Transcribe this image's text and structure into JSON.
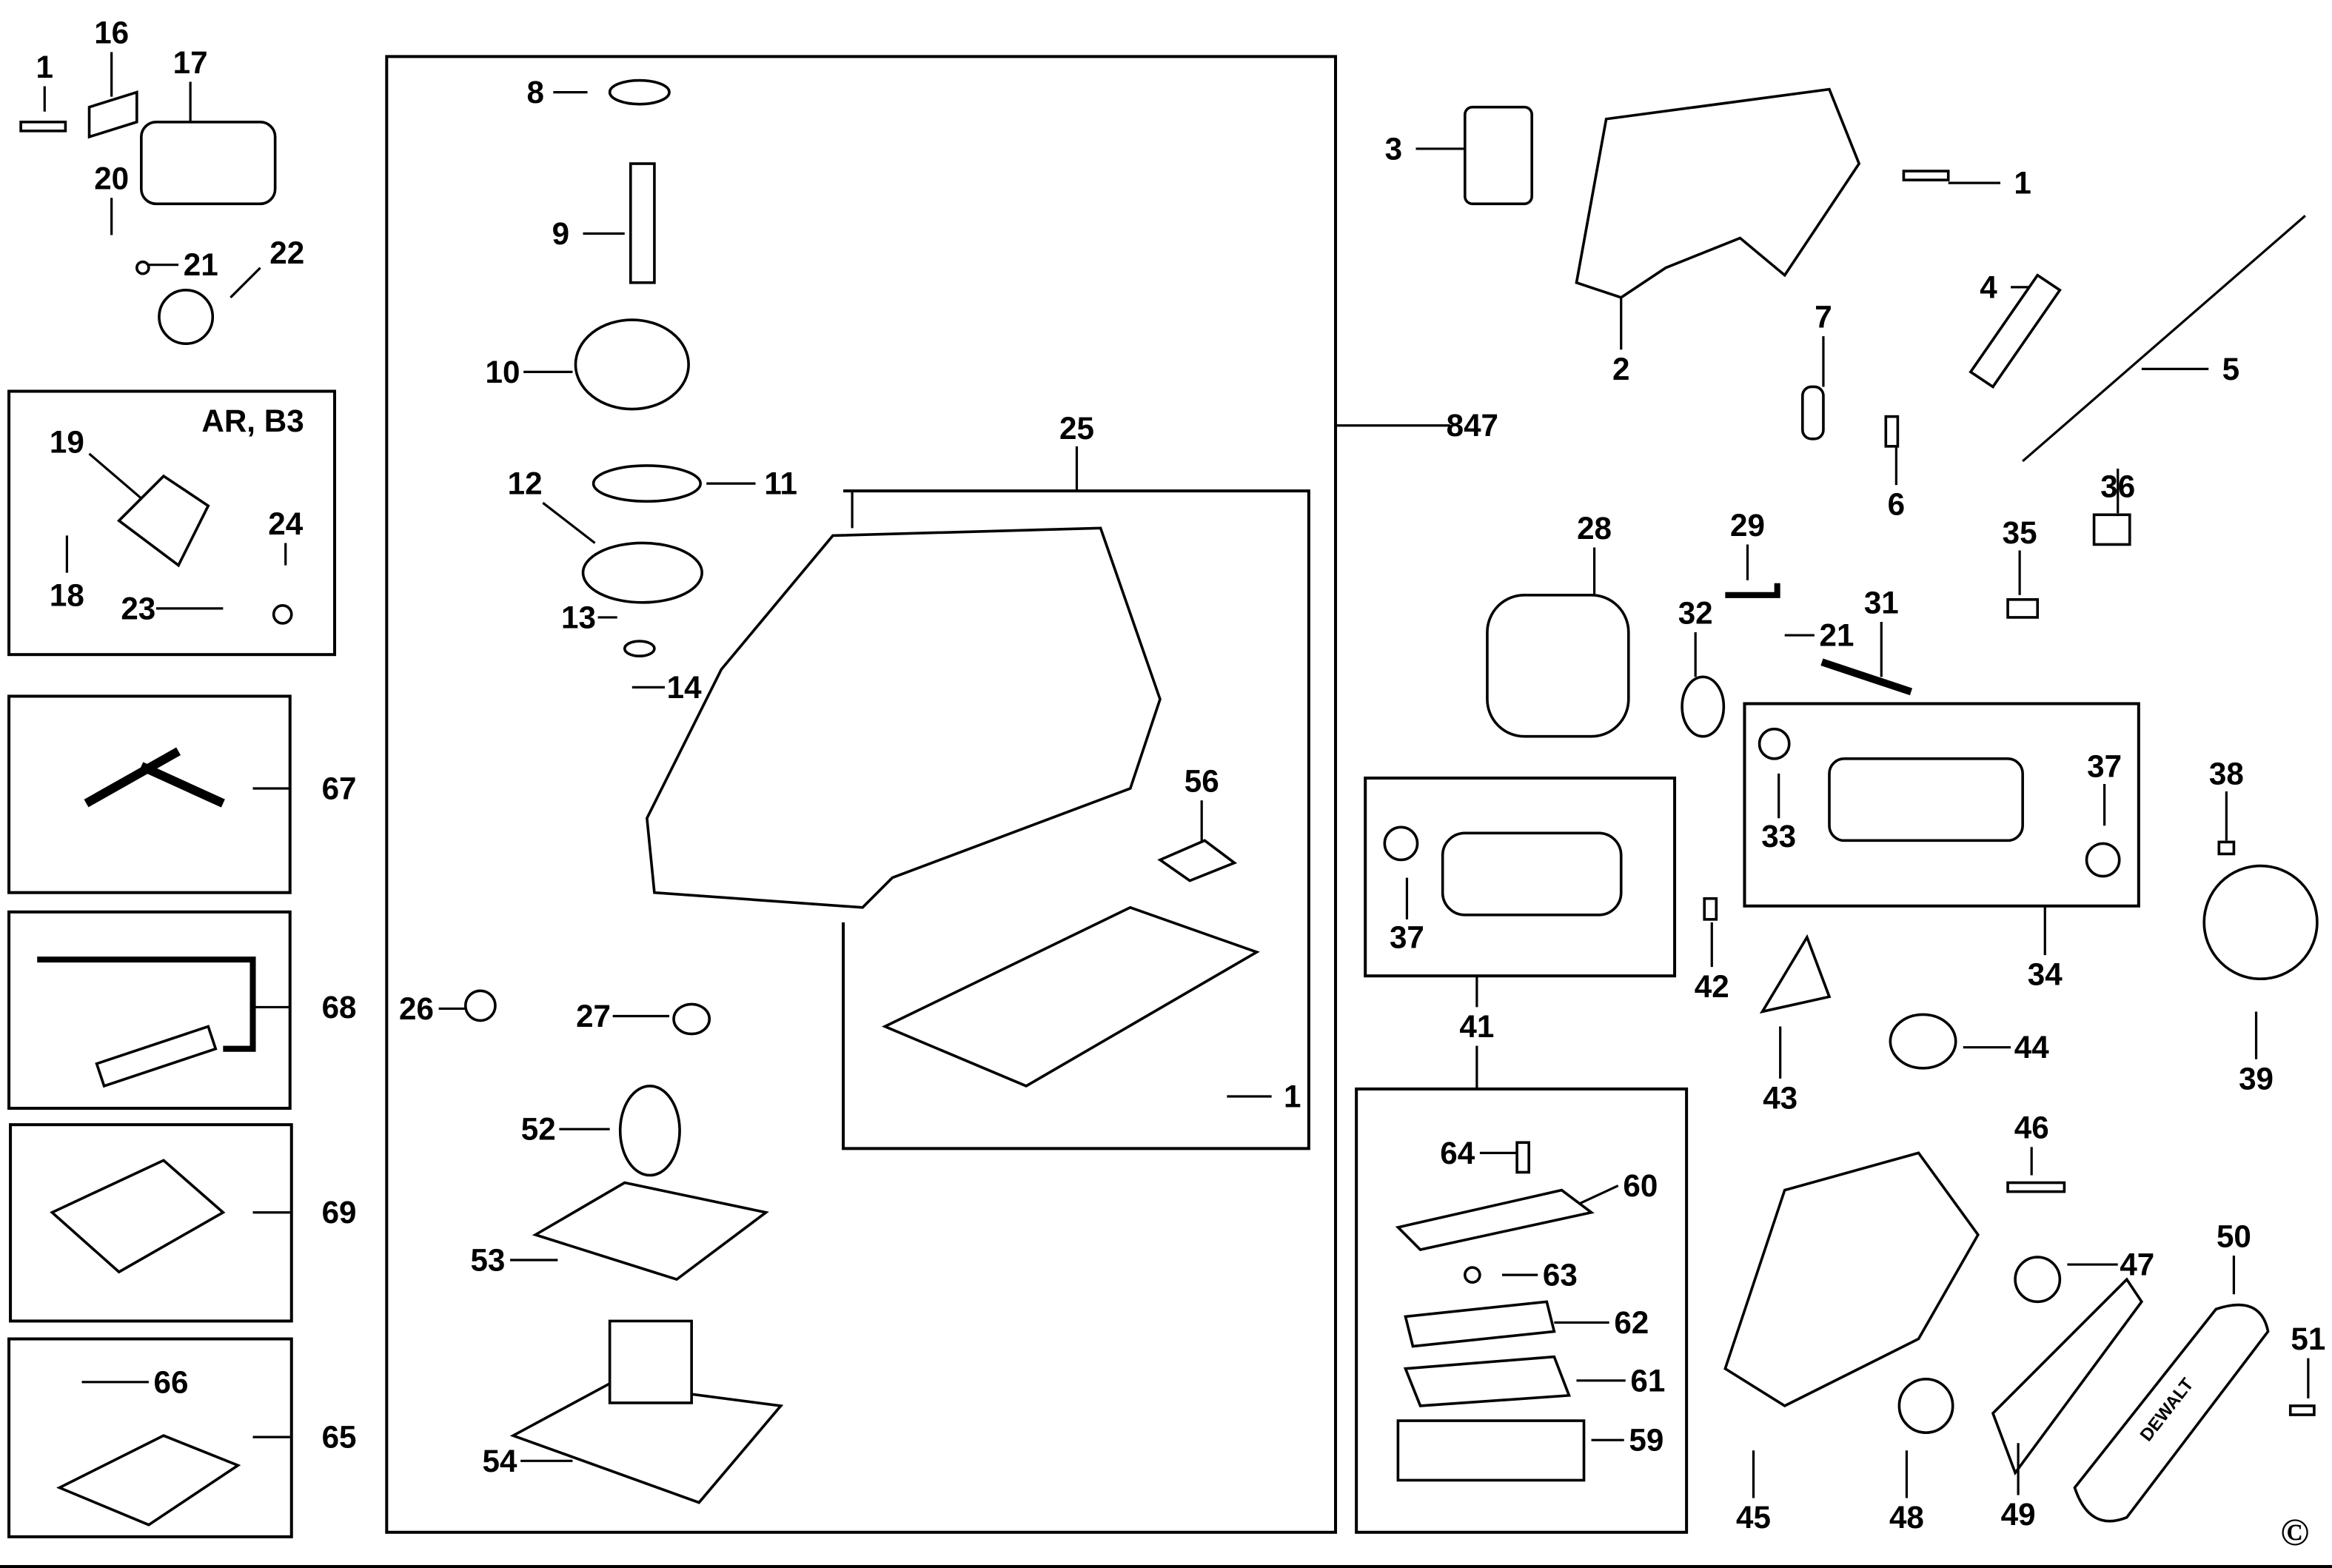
{
  "diagram": {
    "variant_note": "AR, B3",
    "copyright_mark": "©",
    "brand_on_belt_cover": "DEWALT",
    "callouts": [
      "1",
      "16",
      "17",
      "20",
      "21",
      "22",
      "19",
      "18",
      "23",
      "24",
      "67",
      "68",
      "69",
      "66",
      "65",
      "8",
      "9",
      "10",
      "12",
      "11",
      "13",
      "14",
      "25",
      "847",
      "56",
      "26",
      "27",
      "1",
      "52",
      "53",
      "54",
      "3",
      "2",
      "7",
      "1",
      "4",
      "5",
      "6",
      "36",
      "35",
      "28",
      "29",
      "32",
      "21",
      "31",
      "33",
      "37",
      "34",
      "38",
      "39",
      "37",
      "42",
      "41",
      "43",
      "44",
      "46",
      "47",
      "50",
      "51",
      "45",
      "48",
      "49",
      "64",
      "60",
      "63",
      "62",
      "61",
      "59"
    ]
  }
}
